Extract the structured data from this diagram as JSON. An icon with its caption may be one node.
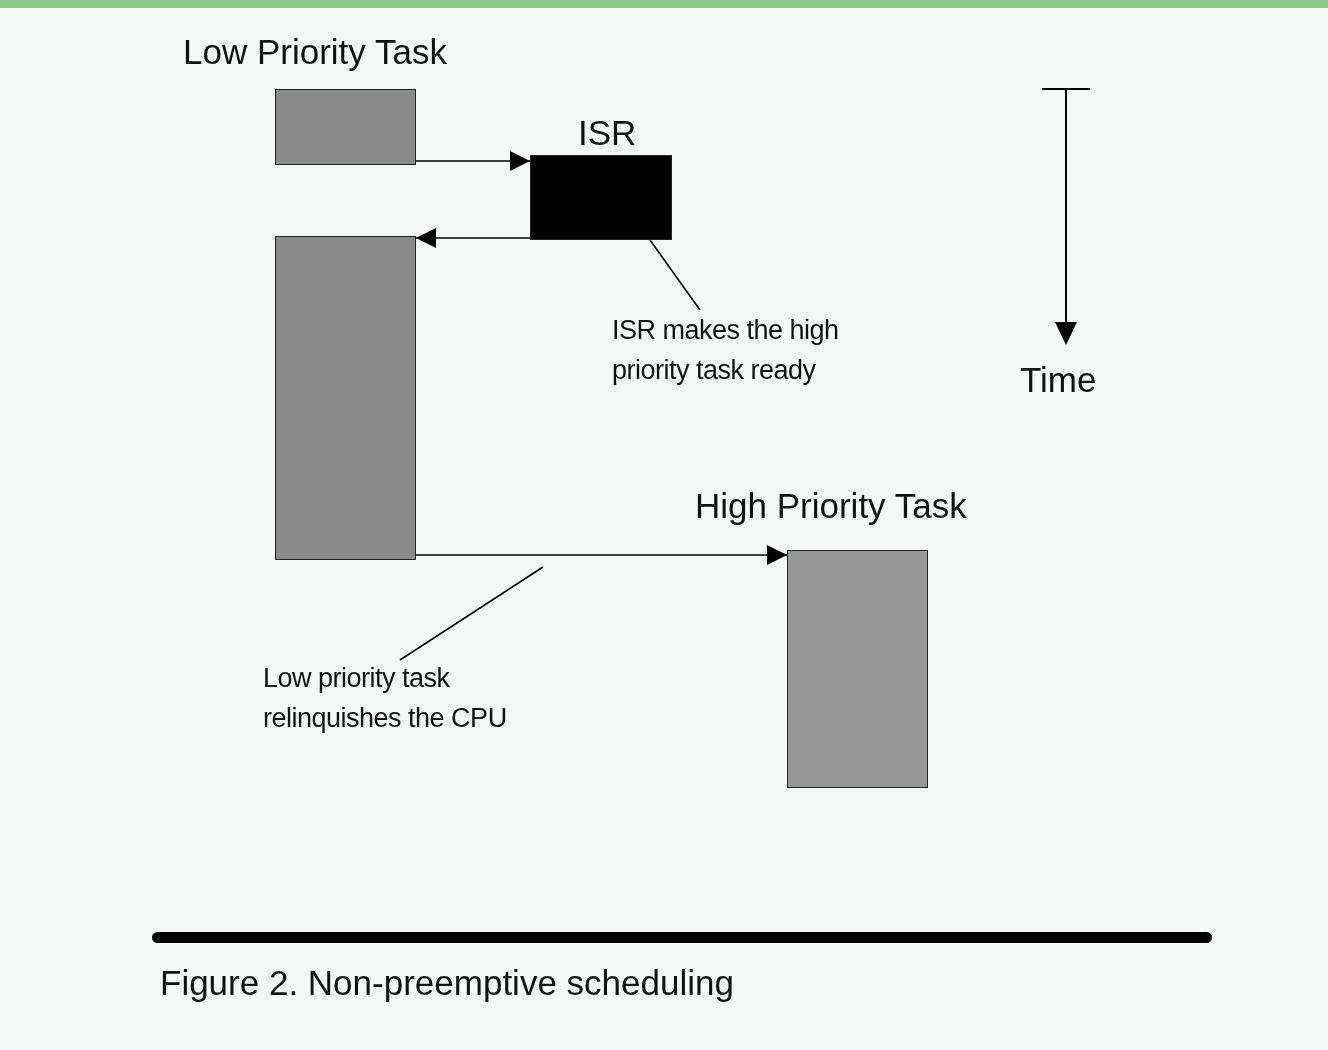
{
  "diagram": {
    "caption": "Figure 2. Non-preemptive scheduling",
    "nodes": [
      {
        "text": [
          "Low Priority Task"
        ]
      },
      {
        "text": [
          "ISR"
        ]
      },
      {
        "text": [],
        "shape": "box"
      },
      {
        "text": [
          "High Priority Task"
        ]
      },
      {
        "text": [
          "ISR makes the high priority task ready"
        ]
      },
      {
        "text": [
          "Low priority task relinquishes the CPU"
        ]
      }
    ],
    "edges": [
      {
        "from": 0,
        "to": 1,
        "arrow": "to"
      },
      {
        "from": 1,
        "to": 2,
        "arrow": "to"
      },
      {
        "from": 2,
        "to": 3,
        "arrow": "to"
      },
      {
        "from": 4,
        "to": 1,
        "arrow": "none"
      },
      {
        "from": 5,
        "to": null,
        "arrow": "none"
      }
    ],
    "labels": [
      "Time"
    ]
  }
}
